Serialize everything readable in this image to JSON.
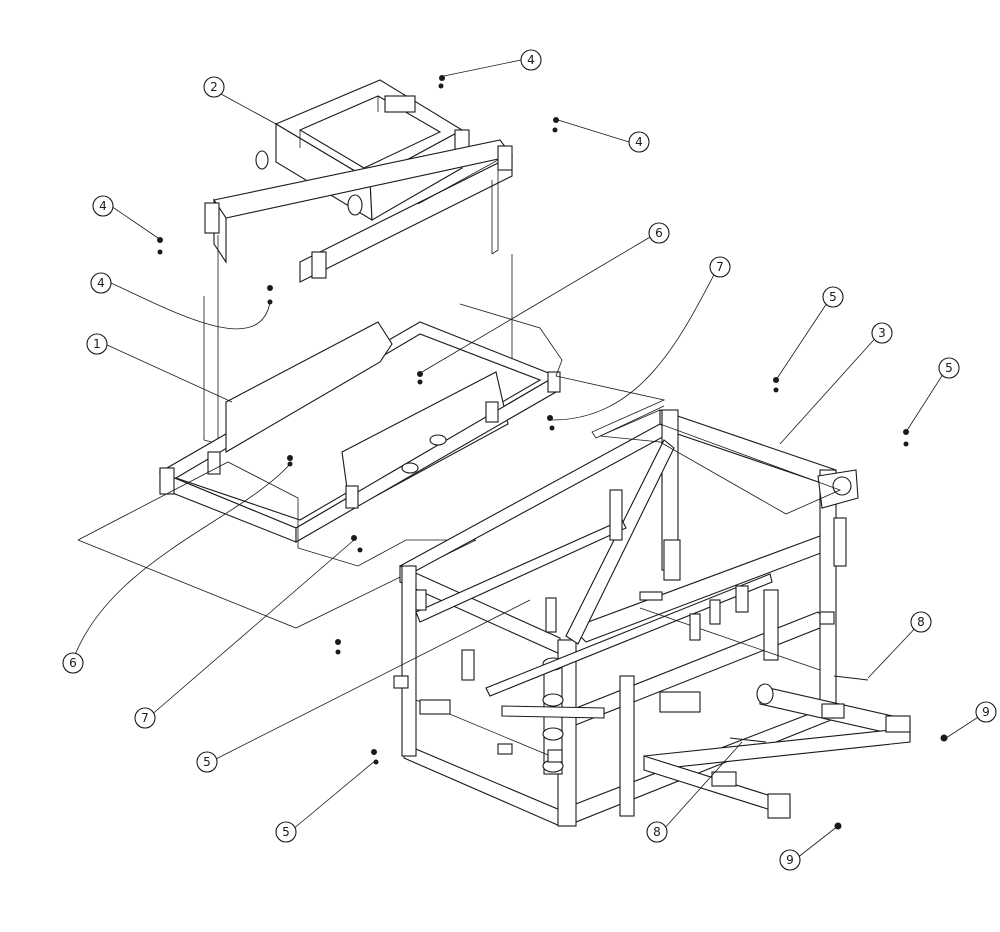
{
  "diagram": {
    "callouts": [
      {
        "id": "c2",
        "label": "2"
      },
      {
        "id": "c4a",
        "label": "4"
      },
      {
        "id": "c4b",
        "label": "4"
      },
      {
        "id": "c4c",
        "label": "4"
      },
      {
        "id": "c4d",
        "label": "4"
      },
      {
        "id": "c6a",
        "label": "6"
      },
      {
        "id": "c7a",
        "label": "7"
      },
      {
        "id": "c1",
        "label": "1"
      },
      {
        "id": "c5a",
        "label": "5"
      },
      {
        "id": "c3",
        "label": "3"
      },
      {
        "id": "c5b",
        "label": "5"
      },
      {
        "id": "c6b",
        "label": "6"
      },
      {
        "id": "c7b",
        "label": "7"
      },
      {
        "id": "c5c",
        "label": "5"
      },
      {
        "id": "c5d",
        "label": "5"
      },
      {
        "id": "c8a",
        "label": "8"
      },
      {
        "id": "c8b",
        "label": "8"
      },
      {
        "id": "c9a",
        "label": "9"
      },
      {
        "id": "c9b",
        "label": "9"
      }
    ]
  }
}
